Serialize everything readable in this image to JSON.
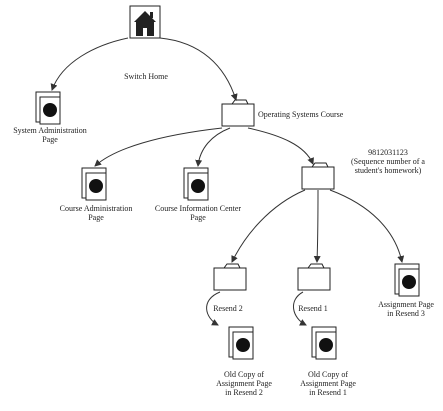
{
  "nodes": {
    "home": {
      "label_lines": [
        "Switch Home"
      ]
    },
    "sys_admin": {
      "label_lines": [
        "System Administration",
        "Page"
      ]
    },
    "os_course": {
      "label_lines": [
        "Operating Systems  Course"
      ]
    },
    "course_admin": {
      "label_lines": [
        "Course Administration",
        "Page"
      ]
    },
    "course_info": {
      "label_lines": [
        "Course Information Center",
        "Page"
      ]
    },
    "student": {
      "label_lines": [
        "9812031123",
        "(Sequence number of  a",
        "student's homework)"
      ]
    },
    "resend2": {
      "label_lines": [
        "Resend 2"
      ]
    },
    "resend1": {
      "label_lines": [
        "Resend 1"
      ]
    },
    "assign_page": {
      "label_lines": [
        "Assignment Page",
        "in Resend  3"
      ]
    },
    "old_copy2": {
      "label_lines": [
        "Old Copy of",
        "Assignment Page",
        "in Resend  2"
      ]
    },
    "old_copy1": {
      "label_lines": [
        "Old Copy of",
        "Assignment Page",
        "in Resend  1"
      ]
    }
  }
}
